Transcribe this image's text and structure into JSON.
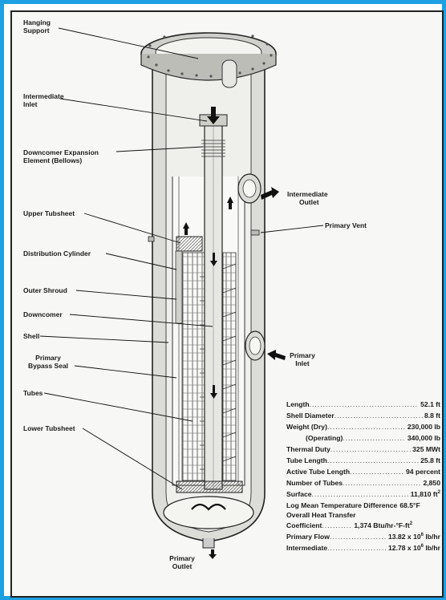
{
  "labels": {
    "hanging_support": [
      "Hanging",
      "Support"
    ],
    "intermediate_inlet": [
      "Intermediate",
      "Inlet"
    ],
    "downcomer_expansion": [
      "Downcomer Expansion",
      "Element (Bellows)"
    ],
    "upper_tubsheet": "Upper Tubsheet",
    "distribution_cylinder": "Distribution Cylinder",
    "outer_shroud": "Outer Shroud",
    "downcomer": "Downcomer",
    "shell": "Shell",
    "primary_bypass_seal": [
      "Primary",
      "Bypass Seal"
    ],
    "tubes": "Tubes",
    "lower_tubsheet": "Lower Tubsheet",
    "intermediate_outlet": [
      "Intermediate",
      "Outlet"
    ],
    "primary_vent": "Primary Vent",
    "primary_inlet": [
      "Primary",
      "Inlet"
    ],
    "primary_outlet": [
      "Primary",
      "Outlet"
    ]
  },
  "specs": [
    {
      "label": "Length",
      "value": "52.1 ft"
    },
    {
      "label": "Shell Diameter",
      "value": "8.8 ft"
    },
    {
      "label": "Weight (Dry)",
      "value": "230,000 lb"
    },
    {
      "label": "(Operating)",
      "value": "340,000 lb"
    },
    {
      "label": "Thermal Duty",
      "value": "325 MWt"
    },
    {
      "label": "Tube Length",
      "value": "25.8 ft"
    },
    {
      "label": "Active Tube Length",
      "value": "94 percent"
    },
    {
      "label": "Number of Tubes",
      "value": "2,850"
    },
    {
      "label": "Surface",
      "value": "11,810 ft",
      "sup": "2"
    },
    {
      "label": "Log Mean Temperature Difference",
      "value": "68.5°F"
    },
    {
      "label": "Overall Heat Transfer",
      "value": ""
    },
    {
      "label": "Coefficient",
      "value": "1,374 Btu/hr-°F-ft",
      "sup": "2"
    },
    {
      "label": "Primary Flow",
      "value": "13.82 x 10",
      "sup": "6",
      "suffix": " lb/hr"
    },
    {
      "label": "Intermediate",
      "value": "12.78 x 10",
      "sup": "6",
      "suffix": " lb/hr"
    }
  ]
}
